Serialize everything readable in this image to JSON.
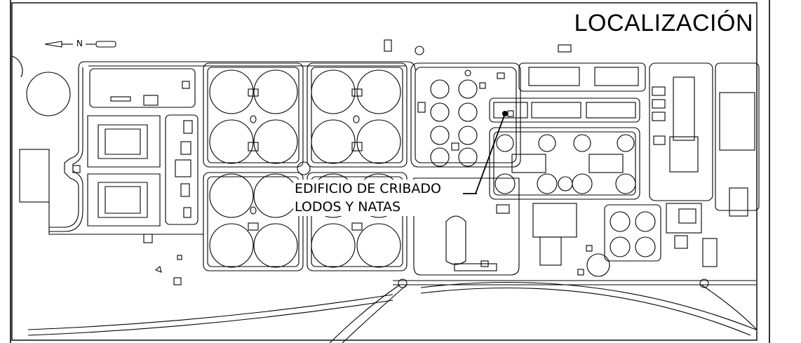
{
  "title": "LOCALIZACIÓN",
  "north_label": "N",
  "callout": {
    "line1": "EDIFICIO DE CRIBADO",
    "line2": "LODOS Y NATAS"
  }
}
